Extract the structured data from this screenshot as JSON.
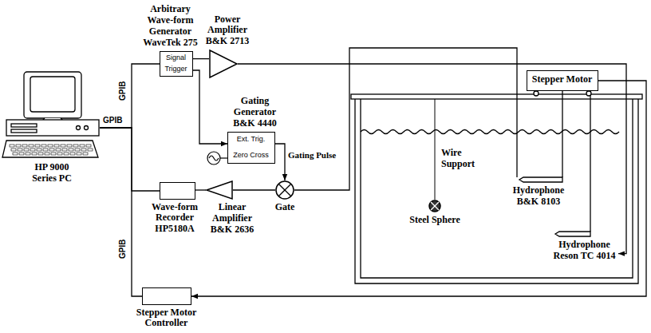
{
  "diagram": {
    "nodes": [
      {
        "text": [
          "HP 9000 Series PC"
        ]
      },
      {
        "text": [
          "Arbitrary Wave-form Generator WaveTek 275",
          "Signal",
          "Trigger"
        ]
      },
      {
        "text": [
          "Power Amplifier B&K 2713"
        ]
      },
      {
        "text": [
          "Stepper Motor"
        ]
      },
      {
        "text": [
          "Gating Generator B&K 4440",
          "Ext. Trig.",
          "Zero Cross"
        ]
      },
      {
        "text": [
          "Gate"
        ]
      },
      {
        "text": [
          "Wave-form Recorder HP5180A"
        ]
      },
      {
        "text": [
          "Linear Amplifier B&K 2636"
        ]
      },
      {
        "text": [
          "Steel Sphere"
        ]
      },
      {
        "text": [
          "Hydrophone B&K 8103"
        ]
      },
      {
        "text": [
          "Hydrophone Reson TC 4014"
        ]
      },
      {
        "text": [
          "Stepper Motor Controller"
        ]
      }
    ],
    "edges": [
      {
        "from": 0,
        "to": 1,
        "arrow": "none",
        "label": "GPIB"
      },
      {
        "from": 0,
        "to": 6,
        "arrow": "none"
      },
      {
        "from": 0,
        "to": 11,
        "arrow": "none",
        "label": "GPIB"
      },
      {
        "from": 1,
        "to": 2,
        "arrow": "none"
      },
      {
        "from": 1,
        "to": 4,
        "arrow": "to"
      },
      {
        "from": 2,
        "to": 10,
        "arrow": "to"
      },
      {
        "from": 4,
        "to": 5,
        "arrow": "to",
        "label": "Gating Pulse"
      },
      {
        "from": 9,
        "to": 5,
        "arrow": "none"
      },
      {
        "from": 5,
        "to": 7,
        "arrow": "none"
      },
      {
        "from": 7,
        "to": 6,
        "arrow": "none"
      },
      {
        "from": 3,
        "to": 11,
        "arrow": "to"
      }
    ],
    "labels": [
      "GPIB",
      "Wire Support"
    ]
  }
}
